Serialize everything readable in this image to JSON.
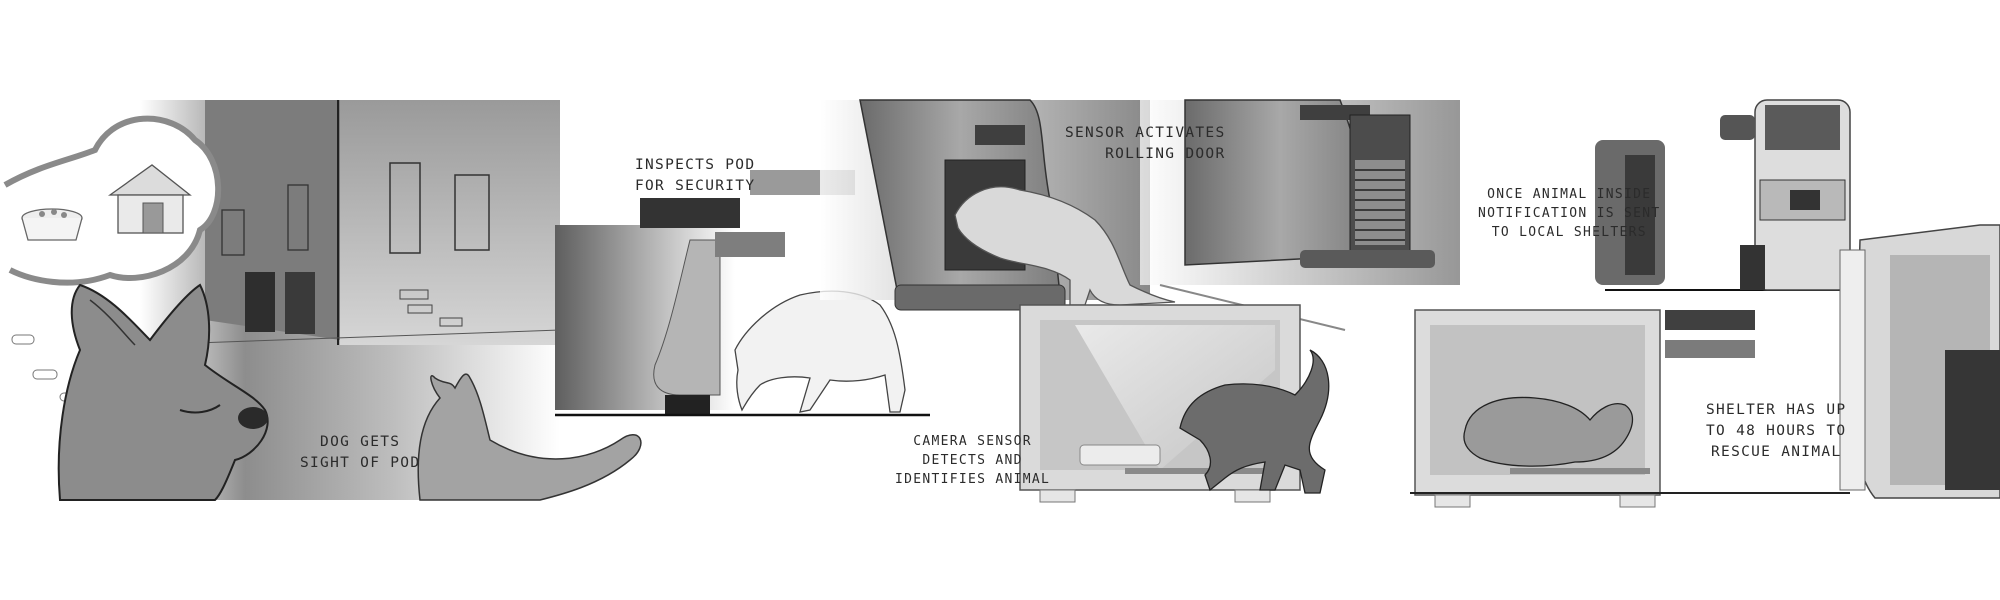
{
  "storyboard": {
    "captions": {
      "dog_gets_sight": [
        "DOG GETS",
        "SIGHT OF POD"
      ],
      "inspects_pod": [
        "INSPECTS POD",
        "FOR SECURITY"
      ],
      "sensor_activates": [
        "SENSOR ACTIVATES",
        "ROLLING DOOR"
      ],
      "camera_sensor": [
        "CAMERA SENSOR",
        "DETECTS AND",
        "IDENTIFIES ANIMAL"
      ],
      "notification": [
        "ONCE ANIMAL INSIDE",
        "NOTIFICATION IS SENT",
        "TO LOCAL SHELTERS"
      ],
      "shelter": [
        "SHELTER HAS UP",
        "TO 48 HOURS TO",
        "RESCUE ANIMAL"
      ]
    },
    "colors": {
      "background": "#ffffff",
      "ink": "#2b2b2b",
      "mid_gray": "#7a7a7a",
      "dark_gray": "#4a4a4a",
      "light_gray": "#c9c9c9"
    }
  }
}
